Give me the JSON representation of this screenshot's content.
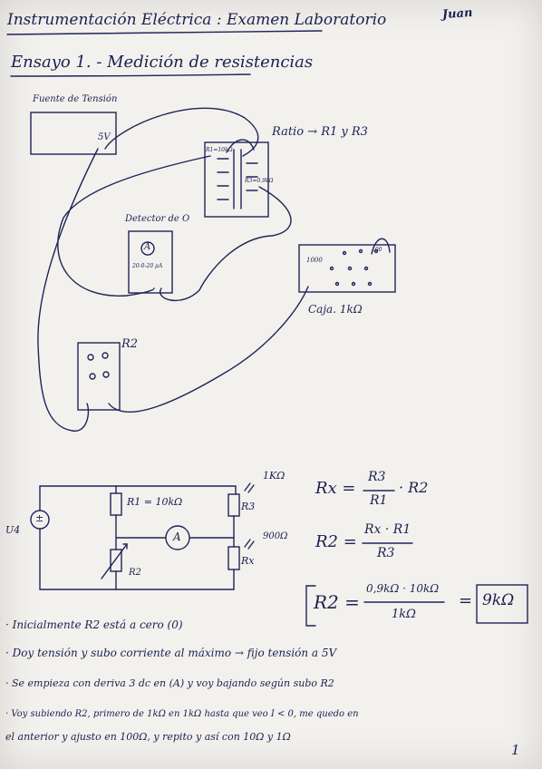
{
  "header": {
    "title": "Instrumentación Eléctrica : Examen Laboratorio",
    "signature_text": "Juan"
  },
  "section": {
    "title": "Ensayo 1. - Medición de resistencias"
  },
  "wiring_diagram": {
    "source_label": "Fuente de Tensión",
    "source_terminal": "5V",
    "ratio_box_label": "Ratio → R1 y R3",
    "ratio_left_terminal": "R1=10kΩ",
    "ratio_right_terminal": "R3=0.9kΩ",
    "detector_label": "Detector de O",
    "detector_meter": "A",
    "detector_scale": "20-0-20 μA",
    "decade_label": "Caja. 1kΩ",
    "decade_knob_1": "1000",
    "decade_knob_2": "100",
    "r2_label": "R2"
  },
  "circuit": {
    "source_label": "U4",
    "source_symbol": "±",
    "r1_label": "R1 = 10kΩ",
    "r3_label": "R3",
    "r3_value": "1KΩ",
    "r2_label": "R2",
    "rx_label": "Rx",
    "rx_value": "900Ω",
    "meter_label": "A"
  },
  "equations": {
    "eq1_lhs": "Rx =",
    "eq1_num": "R3",
    "eq1_den": "R1",
    "eq1_tail": "· R2",
    "eq2_lhs": "R2 =",
    "eq2_num": "Rx · R1",
    "eq2_den": "R3",
    "eq3_lhs": "R2 =",
    "eq3_num": "0,9kΩ · 10kΩ",
    "eq3_den": "1kΩ",
    "eq3_eq": "=",
    "eq3_result": "9kΩ"
  },
  "notes": [
    "· Inicialmente R2 está a cero (0)",
    "· Doy tensión y subo corriente al máximo → fijo tensión a 5V",
    "· Se empieza con deriva 3 dc en (A) y voy bajando según subo R2",
    "· Voy subiendo R2, primero de 1kΩ en 1kΩ hasta que veo I < 0, me quedo en",
    "el anterior y ajusto en 100Ω, y repito y así con 10Ω y 1Ω"
  ],
  "page_number": "1"
}
